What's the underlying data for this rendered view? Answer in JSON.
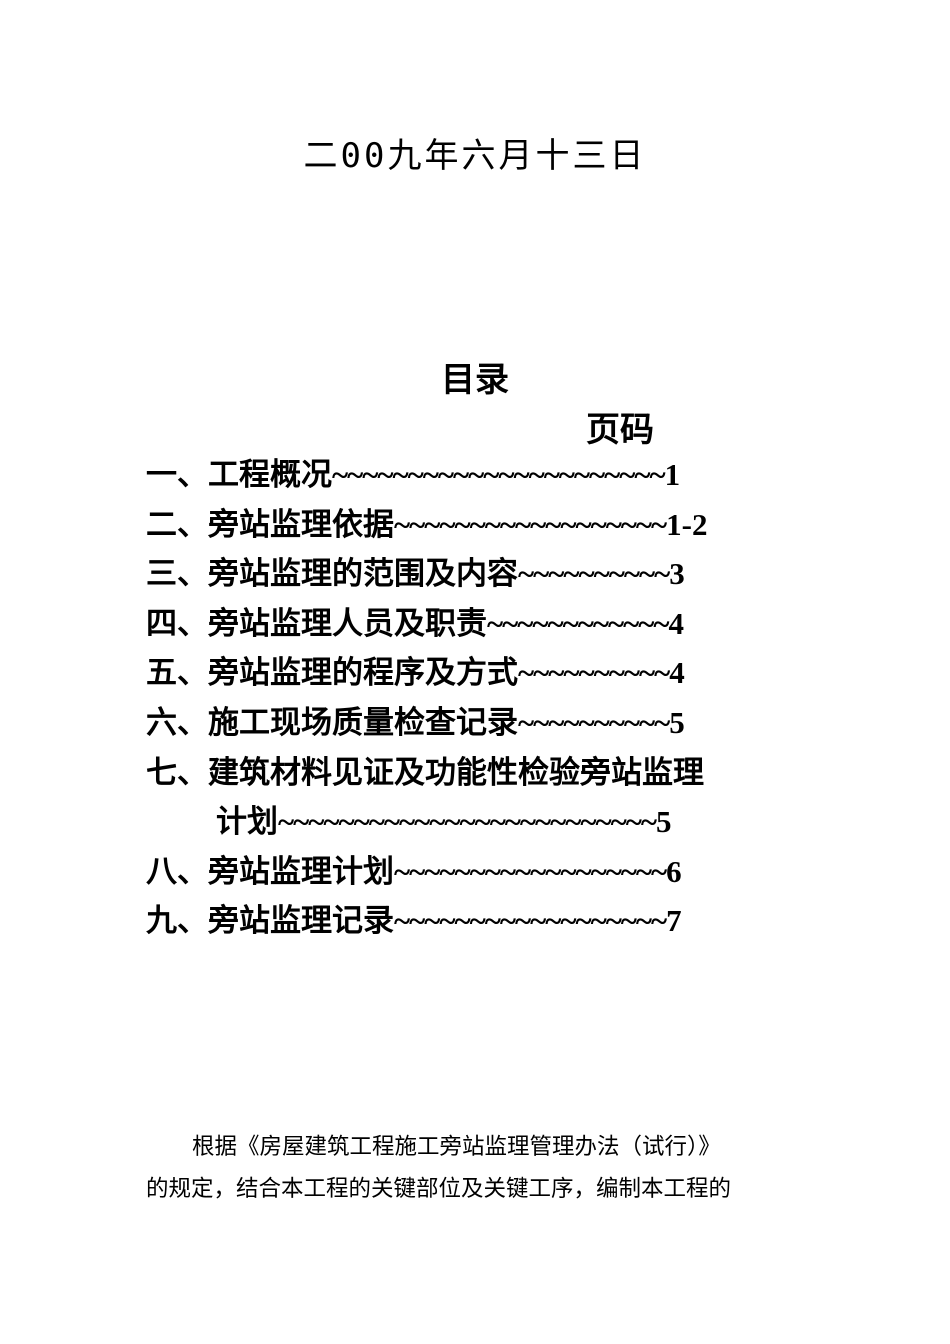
{
  "date": "二00九年六月十三日",
  "toc": {
    "title": "目录",
    "page_label": "页码",
    "entries": [
      {
        "label": "一、工程概况",
        "leader": "~~~~~~~~~~~~~~~~~~~~~~",
        "page": "1"
      },
      {
        "label": "二、旁站监理依据",
        "leader": "~~~~~~~~~~~~~~~~~~",
        "page": "1-2"
      },
      {
        "label": "三、旁站监理的范围及内容",
        "leader": "~~~~~~~~~~",
        "page": "3"
      },
      {
        "label": "四、旁站监理人员及职责",
        "leader": "~~~~~~~~~~~~",
        "page": "4"
      },
      {
        "label": "五、旁站监理的程序及方式",
        "leader": "~~~~~~~~~~",
        "page": "4"
      },
      {
        "label": "六、施工现场质量检查记录",
        "leader": "~~~~~~~~~~",
        "page": "5"
      },
      {
        "label": "七、建筑材料见证及功能性检验旁站监理",
        "leader": "",
        "page": ""
      },
      {
        "label": "计划",
        "leader": "~~~~~~~~~~~~~~~~~~~~~~~~~",
        "page": "5"
      },
      {
        "label": "八、旁站监理计划",
        "leader": "~~~~~~~~~~~~~~~~~~",
        "page": "6"
      },
      {
        "label": "九、旁站监理记录",
        "leader": "~~~~~~~~~~~~~~~~~~",
        "page": "7"
      }
    ]
  },
  "body_text": {
    "line1": "根据《房屋建筑工程施工旁站监理管理办法（试行）》",
    "line2": "的规定，结合本工程的关键部位及关键工序，编制本工程的"
  }
}
